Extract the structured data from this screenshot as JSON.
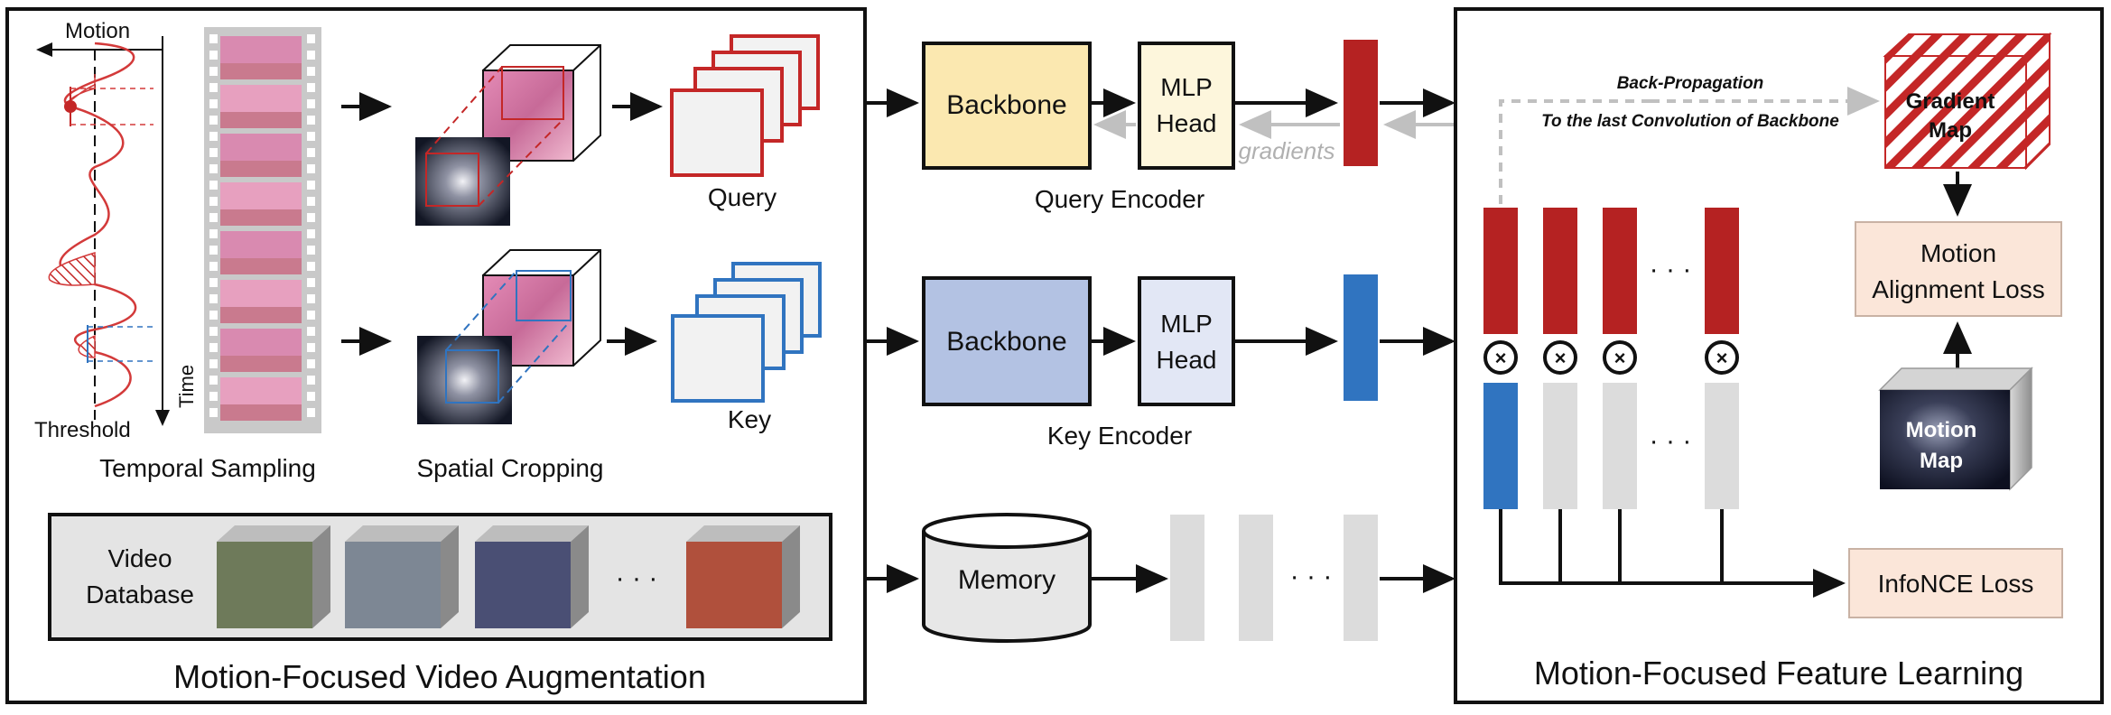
{
  "left_panel": {
    "title": "Motion-Focused Video Augmentation",
    "motion_label": "Motion",
    "time_label": "Time",
    "threshold_label": "Threshold",
    "temporal_sampling": "Temporal Sampling",
    "spatial_cropping": "Spatial Cropping",
    "query": "Query",
    "key": "Key",
    "video_database_line1": "Video",
    "video_database_line2": "Database",
    "ellipsis": "· · ·"
  },
  "middle": {
    "backbone_query": "Backbone",
    "mlp_query_line1": "MLP",
    "mlp_query_line2": "Head",
    "gradients": "gradients",
    "query_encoder": "Query Encoder",
    "backbone_key": "Backbone",
    "mlp_key_line1": "MLP",
    "mlp_key_line2": "Head",
    "key_encoder": "Key Encoder",
    "memory": "Memory",
    "ellipsis": "· · ·"
  },
  "right_panel": {
    "title": "Motion-Focused Feature Learning",
    "backprop_line1": "Back-Propagation",
    "backprop_line2": "To the last Convolution of Backbone",
    "gradient_map_line1": "Gradient",
    "gradient_map_line2": "Map",
    "motion_alignment_line1": "Motion",
    "motion_alignment_line2": "Alignment Loss",
    "motion_map_line1": "Motion",
    "motion_map_line2": "Map",
    "infonce": "InfoNCE Loss",
    "multiply": "×",
    "ellipsis": "· · ·"
  },
  "colors": {
    "query_red": "#b52222",
    "key_blue": "#3074c0",
    "backbone_query_fill": "#fbe8b0",
    "mlp_query_fill": "#fdf6dc",
    "backbone_key_fill": "#b3c2e3",
    "mlp_key_fill": "#e2e7f5",
    "loss_fill": "#fbe6d9",
    "memory_bar": "#dcdcdc",
    "gradient_grey": "#c0c0c0"
  }
}
